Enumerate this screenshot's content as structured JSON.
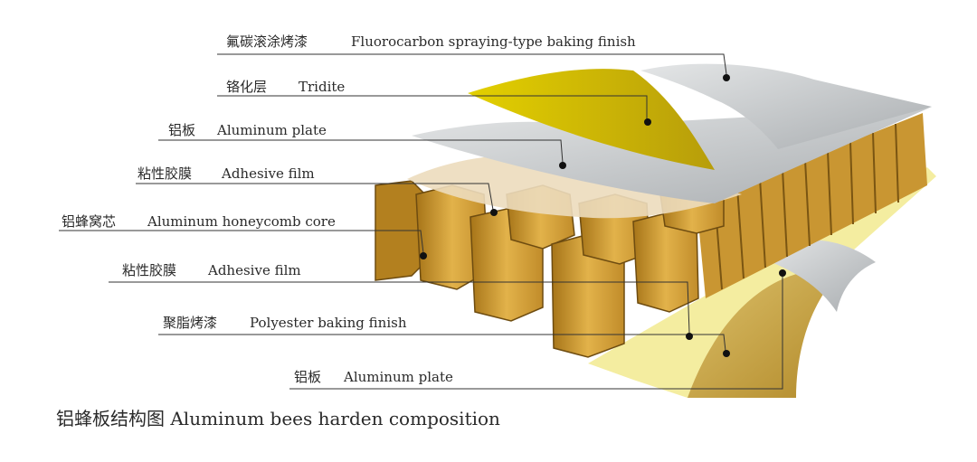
{
  "labels": [
    {
      "cn": "氟碳滚涂烤漆",
      "en": "Fluorocarbon spraying-type baking finish"
    },
    {
      "cn": "铬化层",
      "en": "Tridite"
    },
    {
      "cn": "铝板",
      "en": "Aluminum plate"
    },
    {
      "cn": "粘性胶膜",
      "en": "Adhesive film"
    },
    {
      "cn": "铝蜂窝芯",
      "en": "Aluminum honeycomb core"
    },
    {
      "cn": "粘性胶膜",
      "en": "Adhesive film"
    },
    {
      "cn": "聚脂烤漆",
      "en": "Polyester baking finish"
    },
    {
      "cn": "铝板",
      "en": "Aluminum plate"
    }
  ],
  "caption": "铝蜂板结构图 Aluminum bees harden composition",
  "colors": {
    "gray_sheet": "#c9ccce",
    "yellow_sheet": "#d8c40a",
    "honeycomb": "#d4a440",
    "honeycomb_dark": "#8c6215",
    "adhesive": "#ecdcbc",
    "bottom_yellow": "#f4eda0",
    "bottom_gold": "#c9a23a"
  }
}
